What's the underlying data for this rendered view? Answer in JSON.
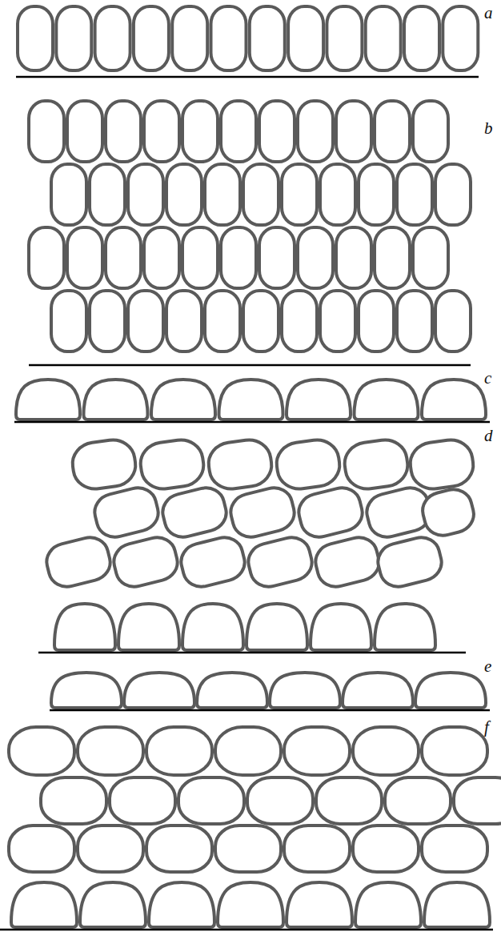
{
  "diagram": {
    "labels": [
      "a",
      "b",
      "c",
      "d",
      "e",
      "f"
    ]
  }
}
